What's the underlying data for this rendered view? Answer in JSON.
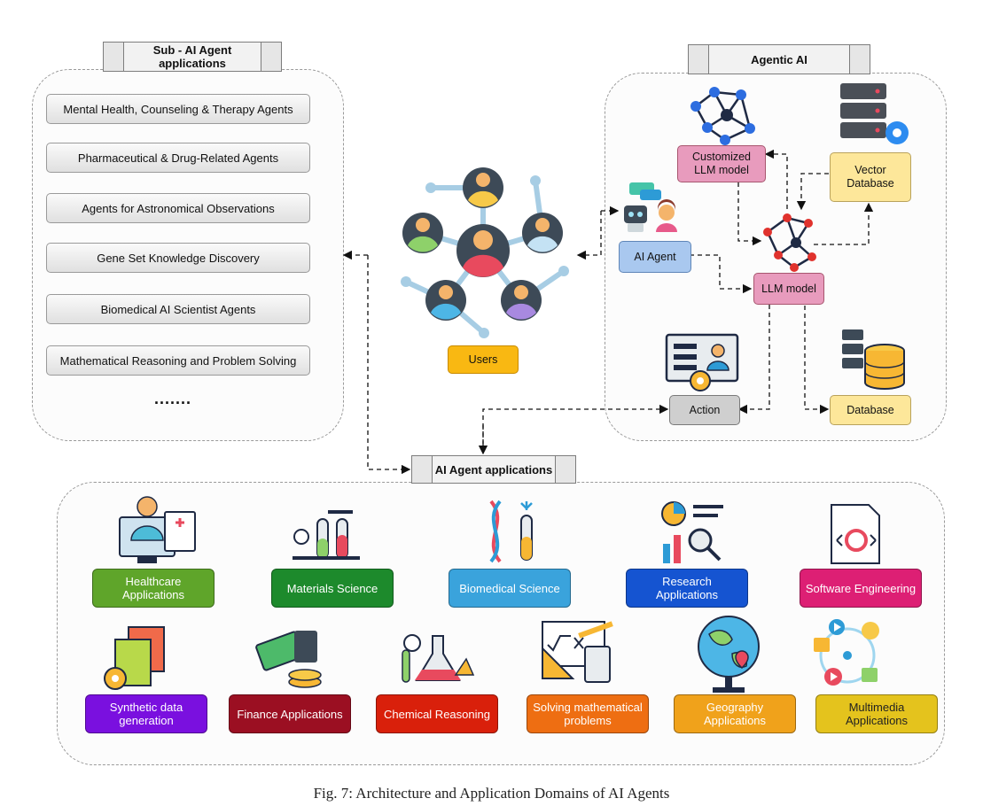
{
  "sub_panel": {
    "title": "Sub - AI Agent\napplications",
    "items": [
      "Mental Health, Counseling & Therapy Agents",
      "Pharmaceutical & Drug-Related Agents",
      "Agents for Astronomical Observations",
      "Gene Set Knowledge Discovery",
      "Biomedical AI Scientist Agents",
      "Mathematical Reasoning and Problem Solving"
    ],
    "ellipsis": "......."
  },
  "agentic_panel": {
    "title": "Agentic AI",
    "customized_llm": "Customized\nLLM model",
    "vector_db": "Vector\nDatabase",
    "ai_agent": "AI Agent",
    "llm_model": "LLM model",
    "action": "Action",
    "database": "Database"
  },
  "users": {
    "label": "Users"
  },
  "apps_panel": {
    "title": "AI Agent applications",
    "row1": [
      {
        "label": "Healthcare\nApplications",
        "color": "#5fa52a"
      },
      {
        "label": "Materials Science",
        "color": "#1d8a2c"
      },
      {
        "label": "Biomedical Science",
        "color": "#3aa3dc"
      },
      {
        "label": "Research\nApplications",
        "color": "#1554d1"
      },
      {
        "label": "Software Engineering",
        "color": "#dd1f74"
      }
    ],
    "row2": [
      {
        "label": "Synthetic data\ngeneration",
        "color": "#7a10df"
      },
      {
        "label": "Finance Applications",
        "color": "#9b0f22"
      },
      {
        "label": "Chemical Reasoning",
        "color": "#d9200b"
      },
      {
        "label": "Solving mathematical\nproblems",
        "color": "#ee6e12"
      },
      {
        "label": "Geography\nApplications",
        "color": "#f0a21b"
      },
      {
        "label": "Multimedia\nApplications",
        "color": "#e4c31d"
      }
    ]
  },
  "caption": "Fig. 7: Architecture and Application Domains of AI Agents"
}
